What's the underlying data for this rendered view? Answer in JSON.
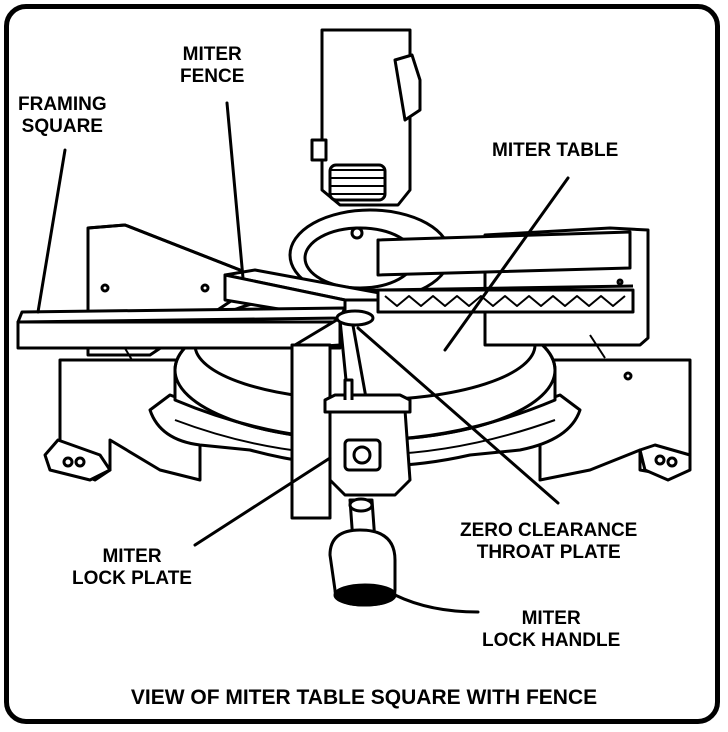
{
  "labels": {
    "miter_fence": [
      "MITER",
      "FENCE"
    ],
    "framing_square": [
      "FRAMING",
      "SQUARE"
    ],
    "miter_table": "MITER TABLE",
    "miter_lock_plate": [
      "MITER",
      "LOCK PLATE"
    ],
    "zero_clearance": [
      "ZERO CLEARANCE",
      "THROAT PLATE"
    ],
    "miter_lock_handle": [
      "MITER",
      "LOCK HANDLE"
    ]
  },
  "caption": "VIEW OF MITER TABLE SQUARE WITH FENCE",
  "colors": {
    "ink": "#000000",
    "paper": "#ffffff"
  }
}
